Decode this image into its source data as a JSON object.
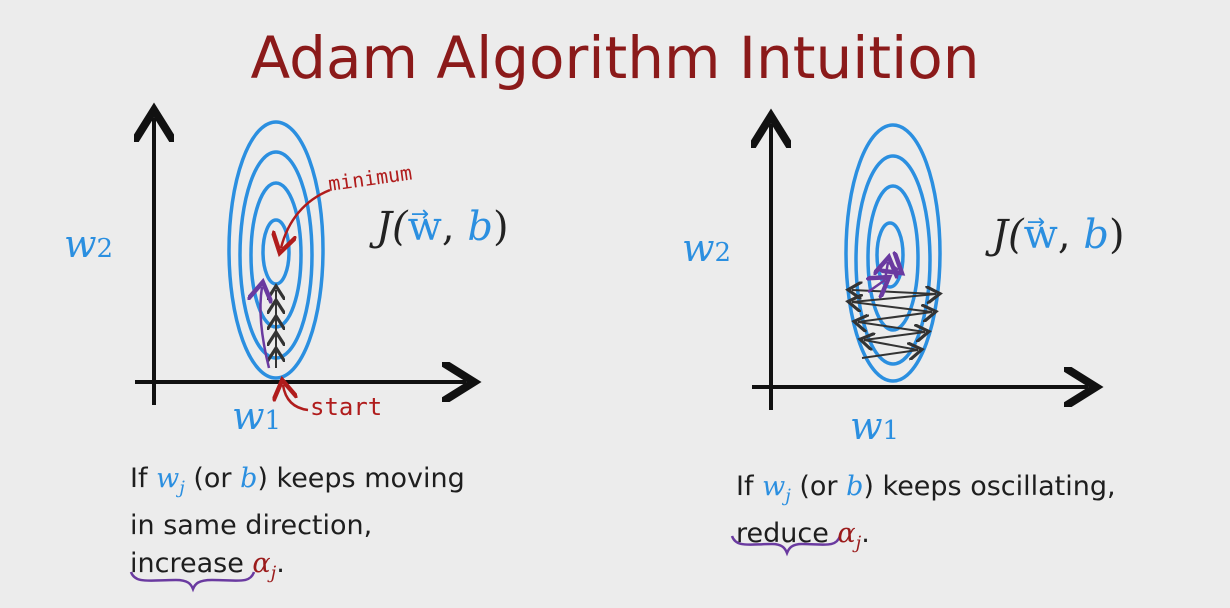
{
  "title": "Adam Algorithm Intuition",
  "left_panel": {
    "axis_y_label": "w",
    "axis_y_sub": "2",
    "axis_x_label": "w",
    "axis_x_sub": "1",
    "cost_label_J": "J(",
    "cost_label_w": "w",
    "cost_label_comma": ",",
    "cost_label_b": "b",
    "cost_label_close": ")",
    "annotation_minimum": "minimum",
    "annotation_start": "start",
    "caption_line1_a": "If ",
    "caption_line1_w": "w",
    "caption_line1_j": "j",
    "caption_line1_b_open": " (or ",
    "caption_line1_b": "b",
    "caption_line1_rest": ") keeps moving",
    "caption_line2": "in same direction,",
    "caption_line3_word": "increase",
    "caption_line3_alpha": "α",
    "caption_line3_j": "j",
    "caption_line3_end": "."
  },
  "right_panel": {
    "axis_y_label": "w",
    "axis_y_sub": "2",
    "axis_x_label": "w",
    "axis_x_sub": "1",
    "cost_label_J": "J(",
    "cost_label_w": "w",
    "cost_label_comma": ",",
    "cost_label_b": "b",
    "cost_label_close": ")",
    "caption_line1_a": "If ",
    "caption_line1_w": "w",
    "caption_line1_j": "j",
    "caption_line1_b_open": " (or ",
    "caption_line1_b": "b",
    "caption_line1_rest": ") keeps oscillating,",
    "caption_line2_word": "reduce",
    "caption_line2_alpha": "α",
    "caption_line2_j": "j",
    "caption_line2_end": "."
  },
  "colors": {
    "title": "#8b1a1a",
    "contour": "#2b8fe0",
    "annotation": "#b01c1c",
    "purple": "#6a3aa0",
    "steps": "#333333"
  }
}
